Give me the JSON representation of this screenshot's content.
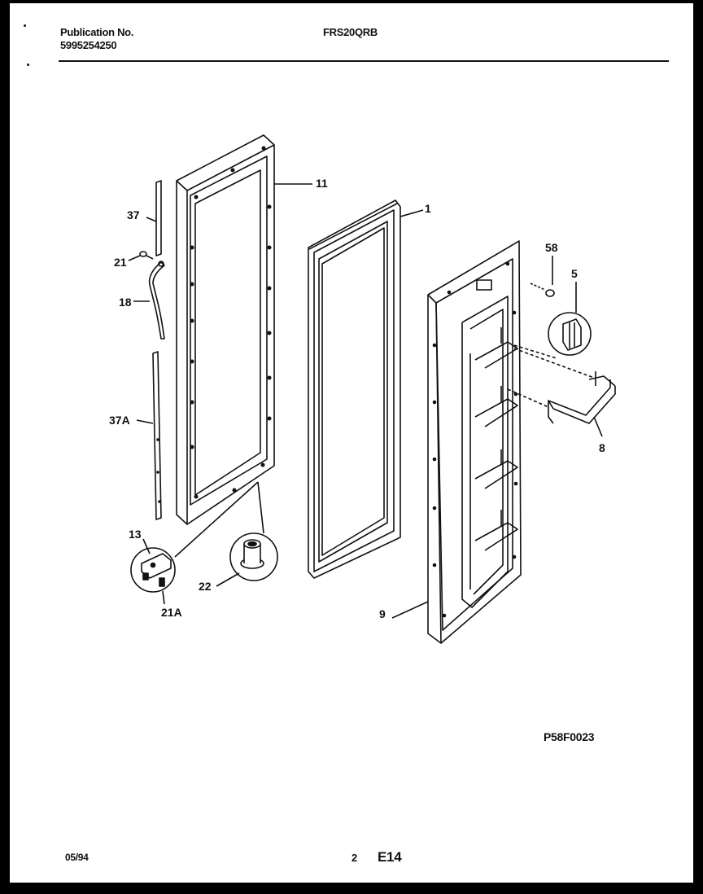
{
  "header": {
    "publication_label": "Publication No.",
    "publication_number": "5995254250",
    "model": "FRS20QRB"
  },
  "diagram": {
    "callouts": [
      "11",
      "1",
      "37",
      "21",
      "18",
      "37A",
      "13",
      "21A",
      "22",
      "58",
      "5",
      "8",
      "9"
    ]
  },
  "footer": {
    "drawing_code": "P58F0023",
    "date": "05/94",
    "page": "2",
    "section": "E14"
  }
}
